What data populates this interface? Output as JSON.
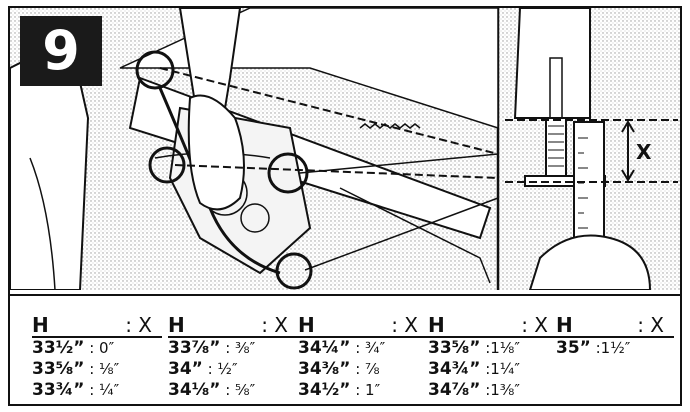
{
  "step": {
    "number": "9"
  },
  "measure": {
    "label": "X"
  },
  "table": {
    "header_h": "H",
    "header_x": ": X",
    "columns": [
      {
        "rows": [
          {
            "h": "33½”",
            "x": " : 0″"
          },
          {
            "h": "33⅝”",
            "x": " : ⅛″"
          },
          {
            "h": "33¾”",
            "x": " : ¼″"
          }
        ]
      },
      {
        "rows": [
          {
            "h": "33⅞”",
            "x": " : ⅜″"
          },
          {
            "h": "34”",
            "x": "   : ½″"
          },
          {
            "h": "34⅛”",
            "x": " : ⅝″"
          }
        ]
      },
      {
        "rows": [
          {
            "h": "34¼”",
            "x": " : ¾″"
          },
          {
            "h": "34⅜”",
            "x": " :  ⅞"
          },
          {
            "h": "34½”",
            "x": " :  1″"
          }
        ]
      },
      {
        "rows": [
          {
            "h": "33⅝”",
            "x": " :1⅛″"
          },
          {
            "h": "34¾”",
            "x": " :1¼″"
          },
          {
            "h": "34⅞”",
            "x": " :1⅜″"
          }
        ]
      },
      {
        "rows": [
          {
            "h": "35”",
            "x": "   :1½″"
          }
        ]
      }
    ]
  }
}
